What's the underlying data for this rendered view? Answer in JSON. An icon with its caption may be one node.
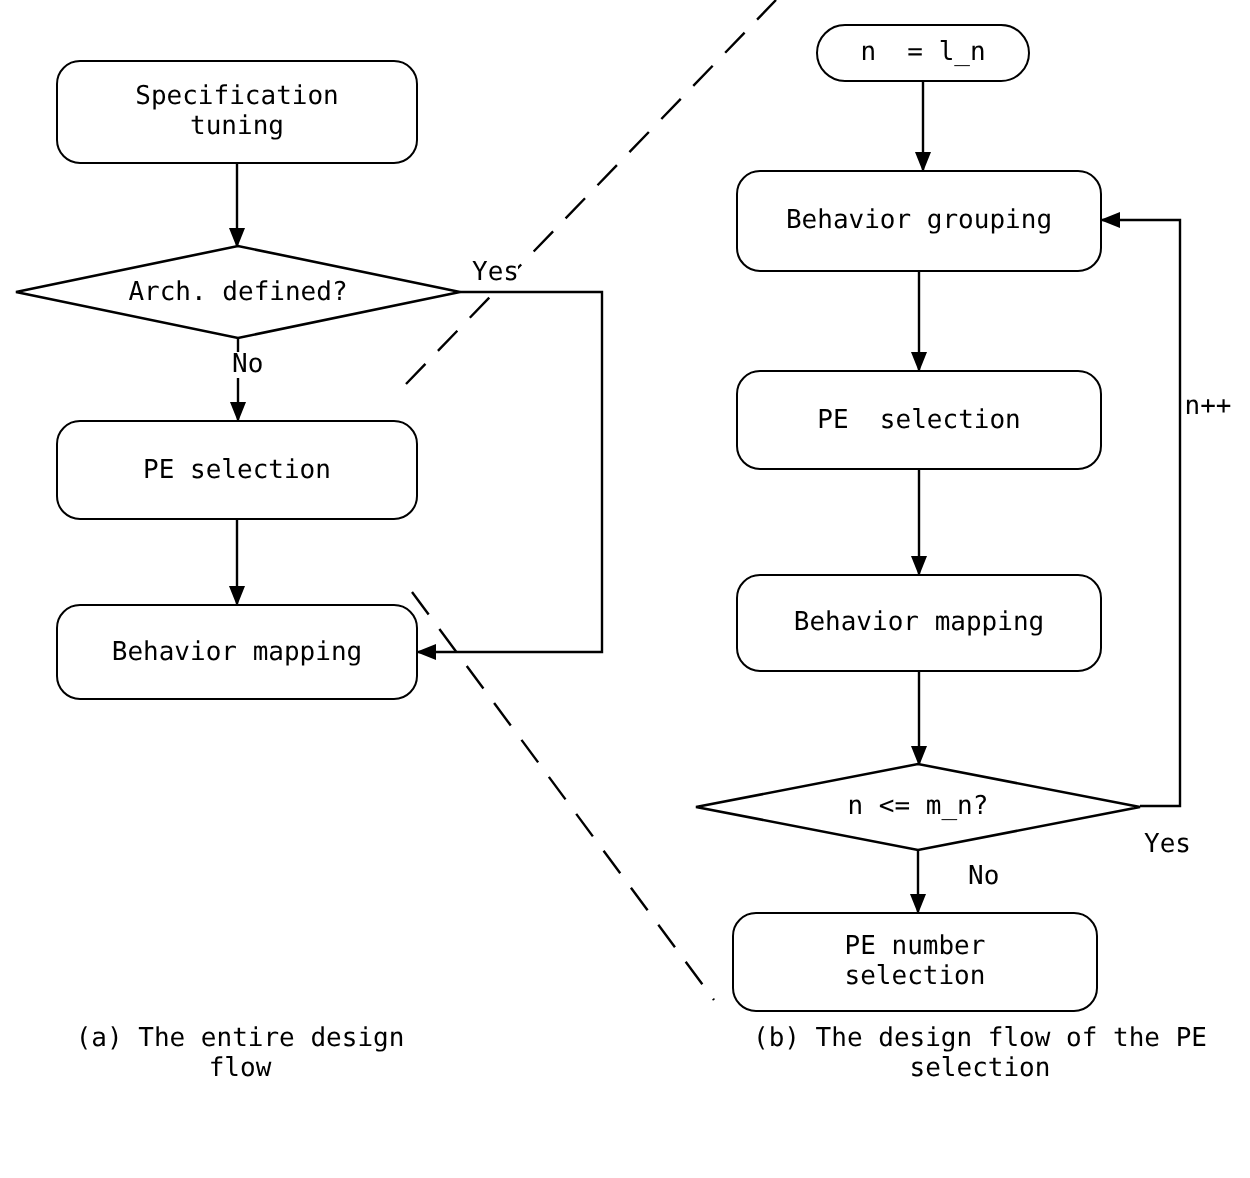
{
  "diagram": {
    "nodes": [
      {
        "text": [
          "Specification tuning"
        ]
      },
      {
        "text": [
          "Arch. defined?"
        ]
      },
      {
        "text": [
          "PE selection"
        ]
      },
      {
        "text": [
          "Behavior mapping"
        ]
      },
      {
        "text": [
          "n  = l_n"
        ]
      },
      {
        "text": [
          "Behavior grouping"
        ]
      },
      {
        "text": [
          "PE  selection"
        ]
      },
      {
        "text": [
          "Behavior mapping"
        ]
      },
      {
        "text": [
          "n <= m_n?"
        ]
      },
      {
        "text": [
          "PE number selection"
        ]
      }
    ],
    "edges": [
      {
        "from": 0,
        "to": 1,
        "arrow": "to"
      },
      {
        "from": 1,
        "to": 2,
        "arrow": "to",
        "label": "No"
      },
      {
        "from": 1,
        "to": 3,
        "arrow": "to",
        "label": "Yes"
      },
      {
        "from": 2,
        "to": 3,
        "arrow": "to"
      },
      {
        "from": 4,
        "to": 5,
        "arrow": "to"
      },
      {
        "from": 5,
        "to": 6,
        "arrow": "to"
      },
      {
        "from": 6,
        "to": 7,
        "arrow": "to"
      },
      {
        "from": 7,
        "to": 8,
        "arrow": "to"
      },
      {
        "from": 8,
        "to": 9,
        "arrow": "to",
        "label": "No"
      },
      {
        "from": 8,
        "to": 5,
        "arrow": "to",
        "label": "Yes"
      }
    ],
    "labels": [
      "n++",
      "(a) The entire design flow",
      "(b) The design flow of the PE selection"
    ]
  }
}
